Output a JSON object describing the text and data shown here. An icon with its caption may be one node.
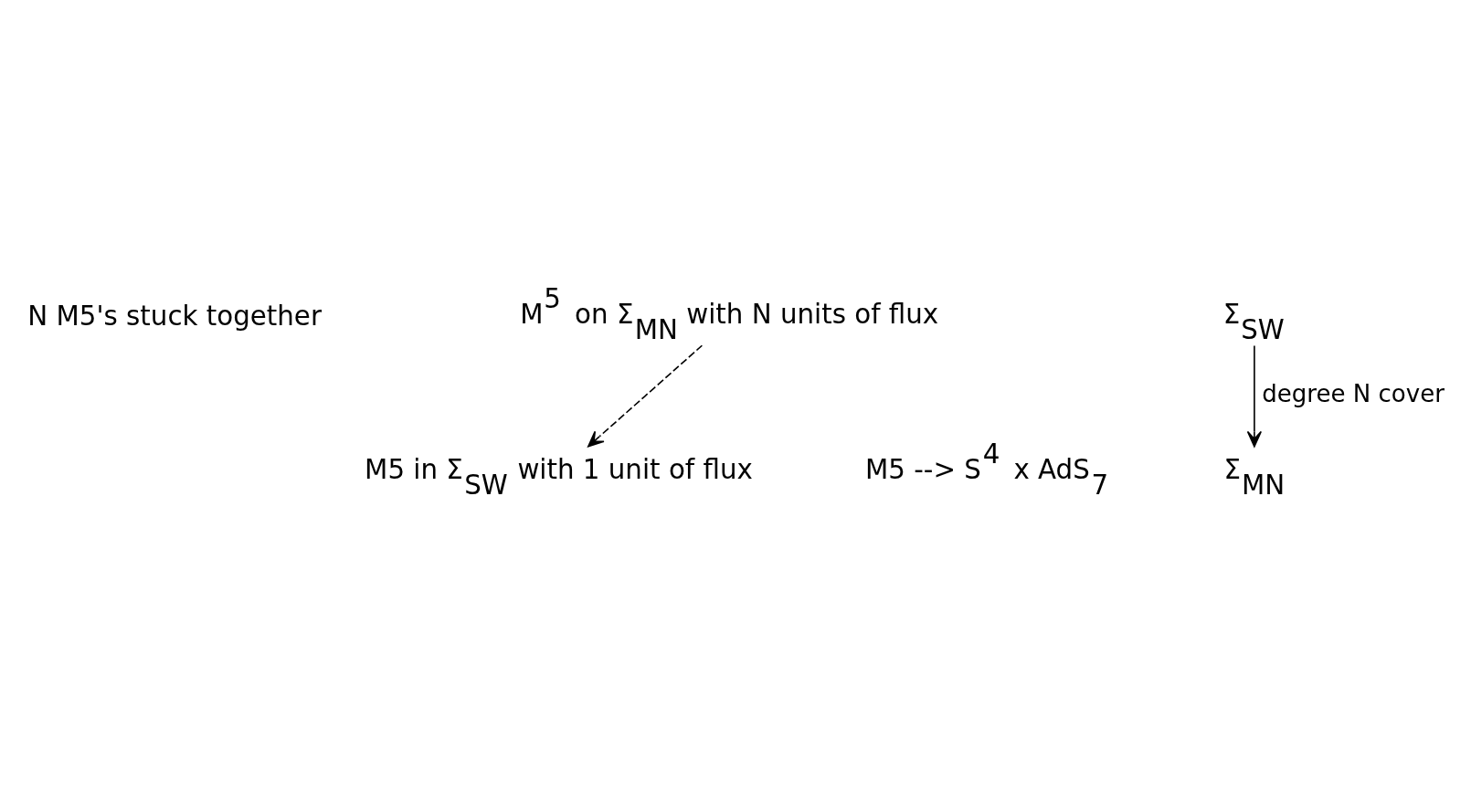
{
  "diagram": {
    "nodes": [
      {
        "text": [
          "M$^{5}$ on Σ$_{MN}$ with N units of flux"
        ]
      },
      {
        "text": [
          "M5 in Σ$_{SW}$ with 1 unit of flux"
        ]
      },
      {
        "text": [
          "Σ$_{SW}$"
        ]
      },
      {
        "text": [
          "Σ$_{MN}$"
        ]
      }
    ],
    "edges": [
      {
        "from": 0,
        "to": 1,
        "arrow": "to",
        "style": "dashed"
      },
      {
        "from": 2,
        "to": 3,
        "arrow": "to",
        "label": "degree N cover"
      }
    ],
    "labels": [
      "N M5's stuck together",
      "M5 --> S$^{4}$ x AdS$_{7}$"
    ]
  }
}
